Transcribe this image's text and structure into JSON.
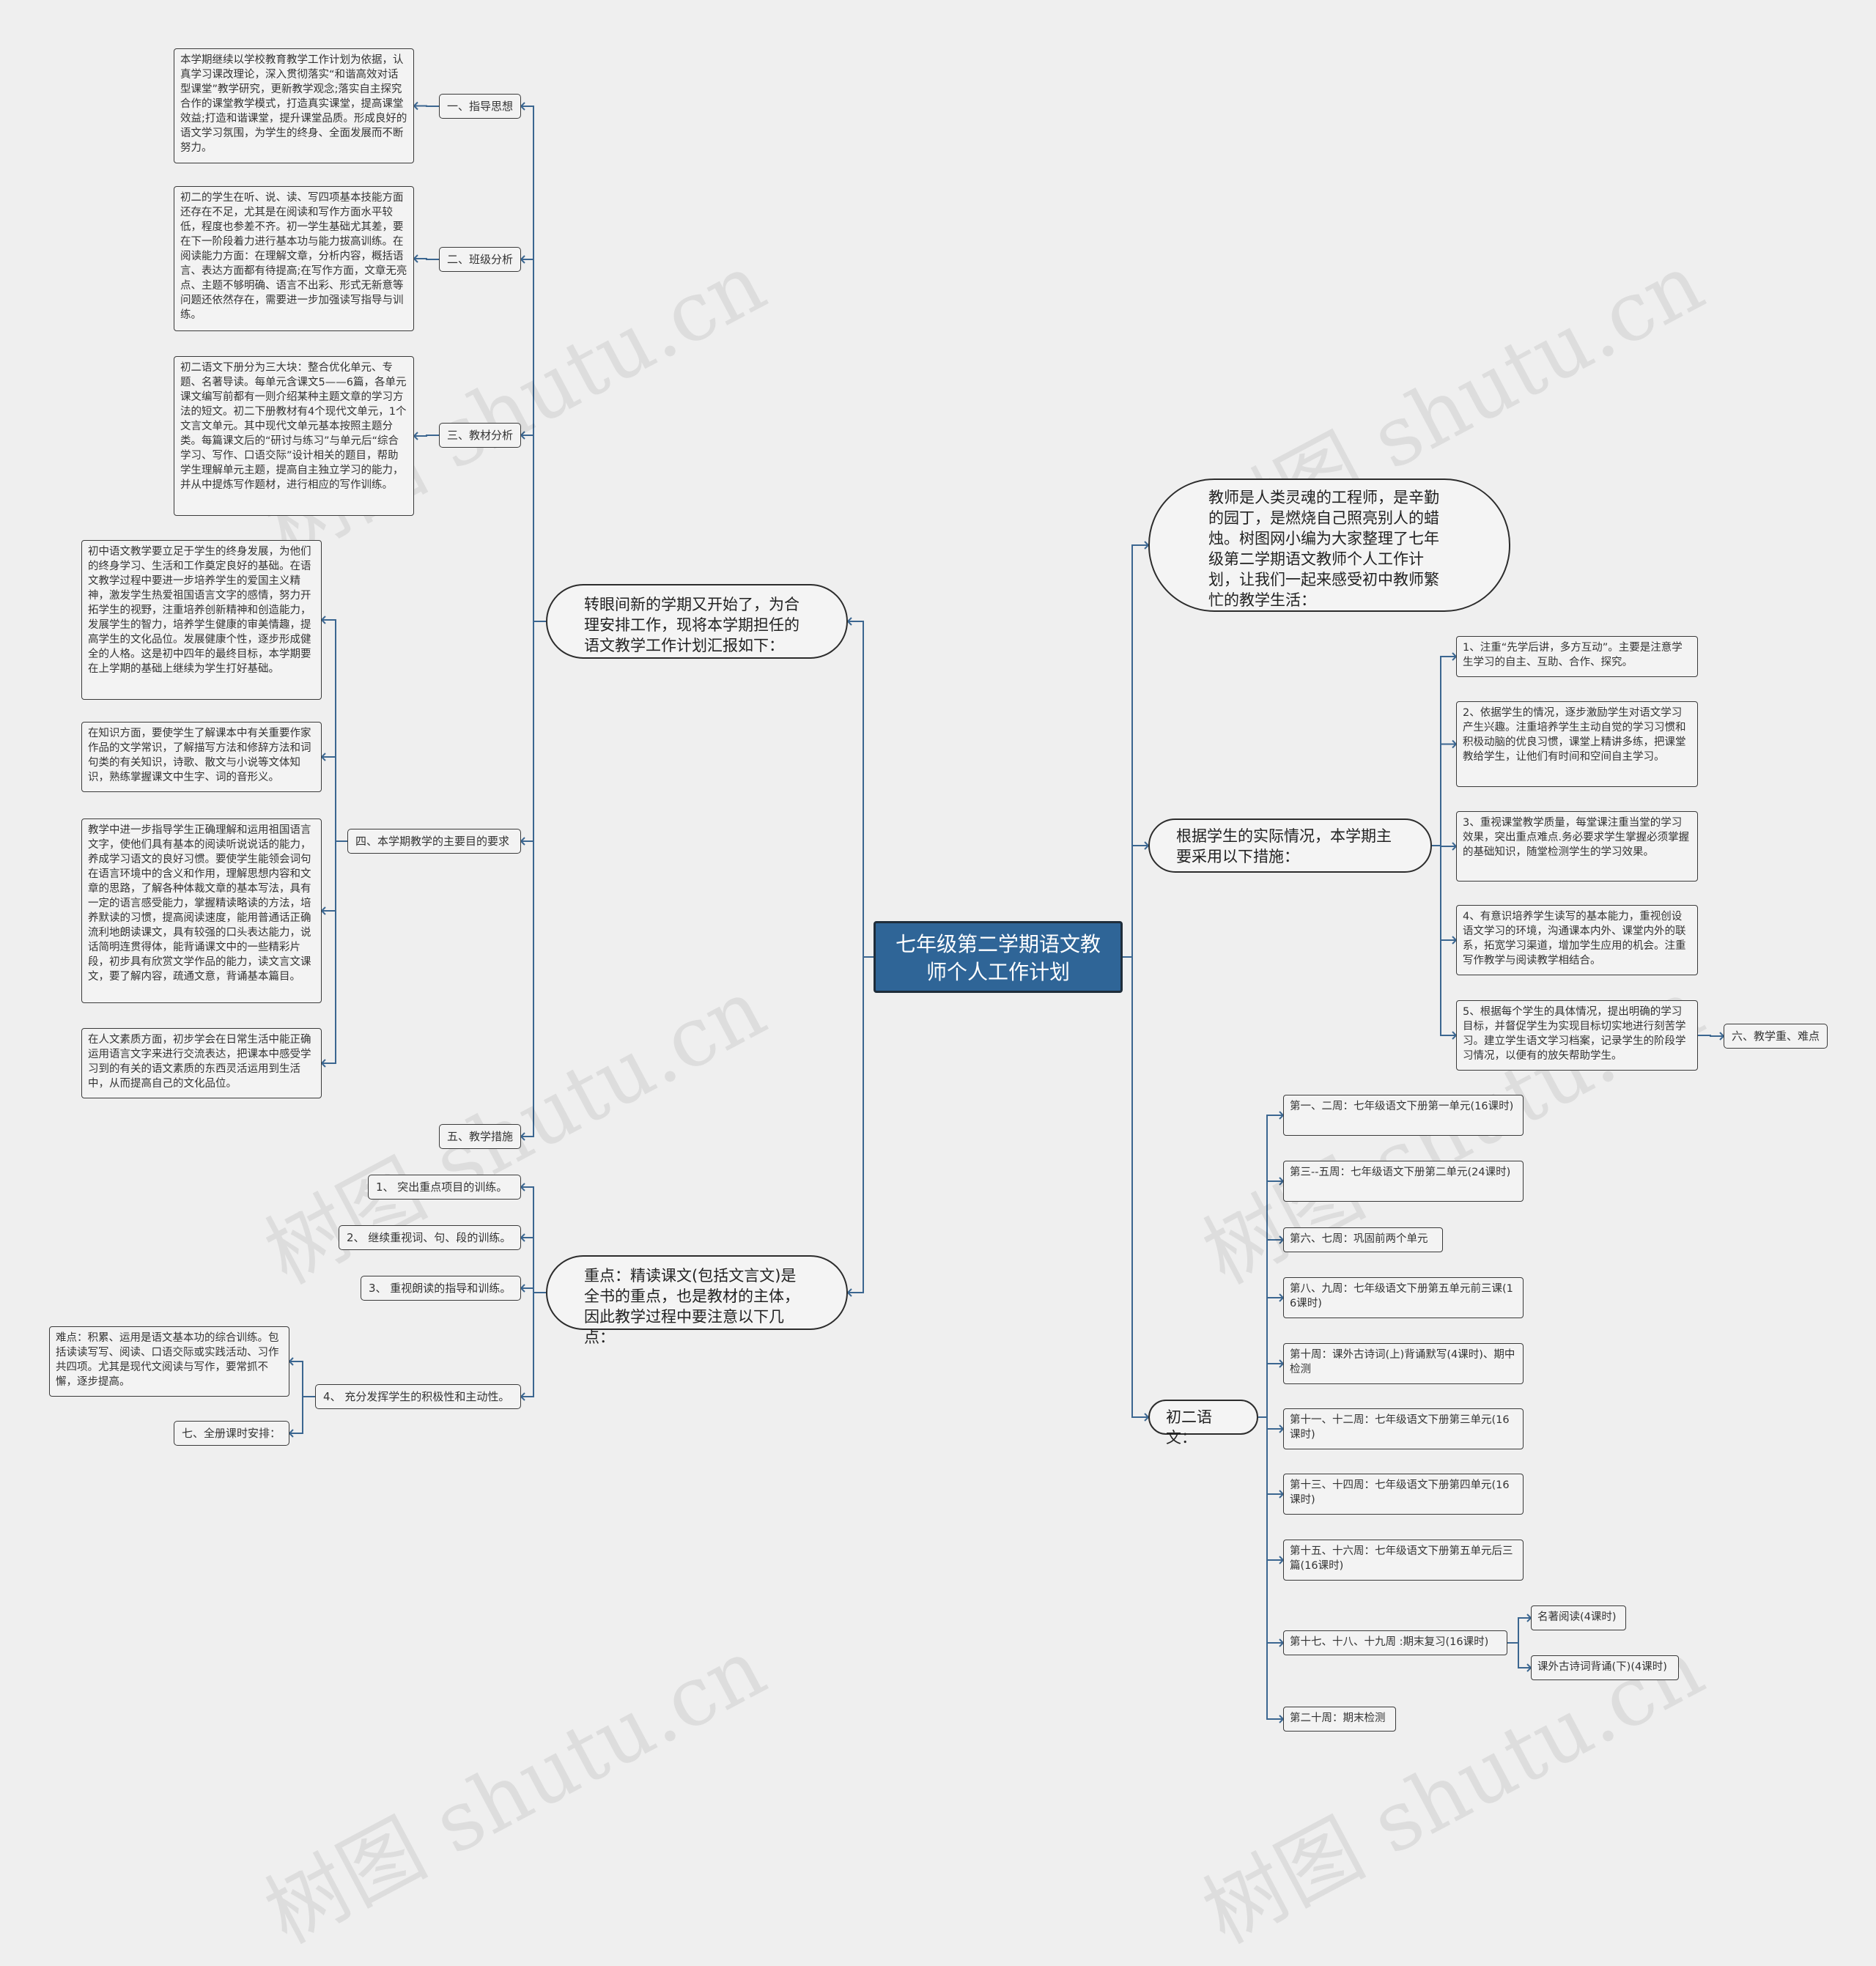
{
  "root": "七年级第二学期语文教师个人工作计划",
  "left": {
    "branch1": {
      "label": "转眼间新的学期又开始了，为合理安排工作，现将本学期担任的语文教学工作计划汇报如下：",
      "g1": {
        "label": "一、指导思想",
        "text": "本学期继续以学校教育教学工作计划为依据，认真学习课改理论，深入贯彻落实“和谐高效对话型课堂”教学研究，更新教学观念;落实自主探究合作的课堂教学模式，打造真实课堂，提高课堂效益;打造和谐课堂，提升课堂品质。形成良好的语文学习氛围，为学生的终身、全面发展而不断努力。"
      },
      "g2": {
        "label": "二、班级分析",
        "text": "初二的学生在听、说、读、写四项基本技能方面还存在不足，尤其是在阅读和写作方面水平较低，程度也参差不齐。初一学生基础尤其差，要在下一阶段着力进行基本功与能力拔高训练。在阅读能力方面：在理解文章，分析内容，概括语言、表达方面都有待提高;在写作方面，文章无亮点、主题不够明确、语言不出彩、形式无新意等问题还依然存在，需要进一步加强读写指导与训练。"
      },
      "g3": {
        "label": "三、教材分析",
        "text": "初二语文下册分为三大块：整合优化单元、专题、名著导读。每单元含课文5——6篇，各单元课文编写前都有一则介绍某种主题文章的学习方法的短文。初二下册教材有4个现代文单元，1个文言文单元。其中现代文单元基本按照主题分类。每篇课文后的“研讨与练习”与单元后“综合学习、写作、口语交际”设计相关的题目，帮助学生理解单元主题，提高自主独立学习的能力，并从中提炼写作题材，进行相应的写作训练。"
      },
      "g4": {
        "label": "四、本学期教学的主要目的要求",
        "texts": [
          "初中语文教学要立足于学生的终身发展，为他们的终身学习、生活和工作奠定良好的基础。在语文教学过程中要进一步培养学生的爱国主义精神，激发学生热爱祖国语言文字的感情，努力开拓学生的视野，注重培养创新精神和创造能力，发展学生的智力，培养学生健康的审美情趣，提高学生的文化品位。发展健康个性，逐步形成健全的人格。这是初中四年的最终目标，本学期要在上学期的基础上继续为学生打好基础。",
          "在知识方面，要使学生了解课本中有关重要作家作品的文学常识，了解描写方法和修辞方法和词句类的有关知识，诗歌、散文与小说等文体知识，熟练掌握课文中生字、词的音形义。",
          "教学中进一步指导学生正确理解和运用祖国语言文字，使他们具有基本的阅读听说说话的能力，养成学习语文的良好习惯。要使学生能领会词句在语言环境中的含义和作用，理解思想内容和文章的思路，了解各种体裁文章的基本写法，具有一定的语言感受能力，掌握精读略读的方法，培养默读的习惯，提高阅读速度，能用普通话正确流利地朗读课文，具有较强的口头表达能力，说话简明连贯得体，能背诵课文中的一些精彩片段，初步具有欣赏文学作品的能力，读文言文课文，要了解内容，疏通文意，背诵基本篇目。",
          "在人文素质方面，初步学会在日常生活中能正确运用语言文字来进行交流表达，把课本中感受学习到的有关的语文素质的东西灵活运用到生活中，从而提高自己的文化品位。"
        ]
      },
      "g5": {
        "label": "五、教学措施"
      }
    },
    "branch2": {
      "label": "重点：精读课文(包括文言文)是全书的重点，也是教材的主体，因此教学过程中要注意以下几点：",
      "items": [
        "1、 突出重点项目的训练。",
        "2、 继续重视词、句、段的训练。",
        "3、 重视朗读的指导和训练。",
        "4、 充分发挥学生的积极性和主动性。"
      ],
      "difficulty": "难点：积累、运用是语文基本功的综合训练。包括读读写写、阅读、口语交际或实践活动、习作共四项。尤其是现代文阅读与写作，要常抓不懈，逐步提高。",
      "schedule_label": "七、全册课时安排："
    }
  },
  "right": {
    "intro": "教师是人类灵魂的工程师，是辛勤的园丁，是燃烧自己照亮别人的蜡烛。树图网小编为大家整理了七年级第二学期语文教师个人工作计划，让我们一起来感受初中教师繁忙的教学生活：",
    "measures": {
      "label": "根据学生的实际情况，本学期主要采用以下措施：",
      "items": [
        "1、注重“先学后讲，多方互动”。主要是注意学生学习的自主、互助、合作、探究。",
        "2、依据学生的情况，逐步激励学生对语文学习产生兴趣。注重培养学生主动自觉的学习习惯和积极动脑的优良习惯，课堂上精讲多练，把课堂教给学生，让他们有时间和空间自主学习。",
        "3、重视课堂教学质量，每堂课注重当堂的学习效果，突出重点难点.务必要求学生掌握必须掌握的基础知识，随堂检测学生的学习效果。",
        "4、有意识培养学生读写的基本能力，重视创设语文学习的环境，沟通课本内外、课堂内外的联系，拓宽学习渠道，增加学生应用的机会。注重写作教学与阅读教学相结合。",
        "5、根据每个学生的具体情况，提出明确的学习目标，并督促学生为实现目标切实地进行刻苦学习。建立学生语文学习档案，记录学生的阶段学习情况，以便有的放矢帮助学生。"
      ],
      "extra": "六、教学重、难点"
    },
    "schedule": {
      "label": "初二语文：",
      "weeks": [
        "第一、二周：七年级语文下册第一单元(16课时)",
        "第三--五周：七年级语文下册第二单元(24课时)",
        "第六、七周：巩固前两个单元",
        "第八、九周：七年级语文下册第五单元前三课(16课时)",
        "第十周：课外古诗词(上)背诵默写(4课时)、期中检测",
        "第十一、十二周：七年级语文下册第三单元(16课时)",
        "第十三、十四周：七年级语文下册第四单元(16课时)",
        "第十五、十六周：七年级语文下册第五单元后三篇(16课时)",
        "第十七、十八、十九周 :期末复习(16课时)",
        "第二十周：期末检测"
      ],
      "review": [
        "名著阅读(4课时)",
        "课外古诗词背诵(下)(4课时)"
      ]
    }
  },
  "watermark": "树图 shutu.cn",
  "colors": {
    "root_bg": "#2f6597",
    "line": "#3b6690",
    "bg": "#efefef"
  }
}
